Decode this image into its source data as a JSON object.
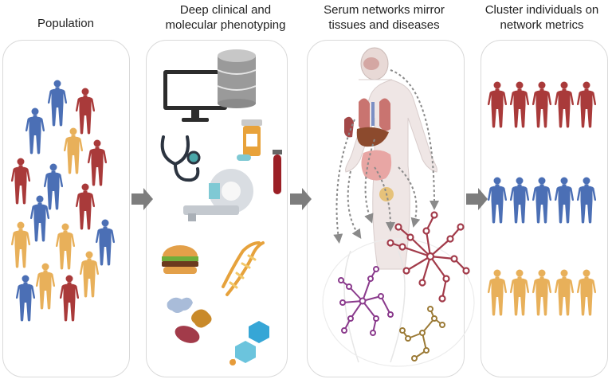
{
  "panels": [
    {
      "title_line1": "Population",
      "title_line2": ""
    },
    {
      "title_line1": "Deep clinical and",
      "title_line2": "molecular phenotyping"
    },
    {
      "title_line1": "Serum networks mirror",
      "title_line2": "tissues and diseases"
    },
    {
      "title_line1": "Cluster individuals on",
      "title_line2": "network metrics"
    }
  ],
  "colors": {
    "red": "#a93a3a",
    "blue": "#4b6fb5",
    "yellow": "#e8b05a",
    "arrow": "#7d7d7d",
    "network_red": "#a23b4a",
    "network_purple": "#8a3a8c",
    "network_brown": "#9b7a36"
  },
  "icons": [
    "monitor-icon",
    "database-icon",
    "stethoscope-icon",
    "pill-bottle-icon",
    "blood-tube-icon",
    "mri-scanner-icon",
    "burger-icon",
    "dna-icon",
    "microbe-icons",
    "molecule-icon"
  ]
}
